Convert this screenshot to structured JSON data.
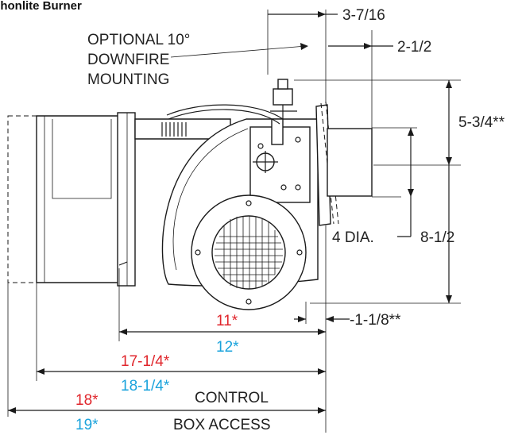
{
  "title": "Schonlite Burner",
  "colors": {
    "red": "#e0262c",
    "blue": "#1aa3dc",
    "line": "#1a1a1a"
  },
  "labels": {
    "optional_mounting": [
      "OPTIONAL 10°",
      "DOWNFIRE",
      "MOUNTING"
    ],
    "control_access": [
      "CONTROL",
      "BOX ACCESS"
    ]
  },
  "dimensions": {
    "top_flange": "3-7/16",
    "top_tube": "2-1/2",
    "upper_height": "5-3/4**",
    "tube_diameter": "4 DIA.",
    "lower_height": "8-1/2",
    "flange_offset": "-1-1/8**",
    "len_1_red": "11*",
    "len_1_blue": "12*",
    "len_2_red": "17-1/4*",
    "len_2_blue": "18-1/4*",
    "len_3_red": "18*",
    "len_3_blue": "19*"
  }
}
